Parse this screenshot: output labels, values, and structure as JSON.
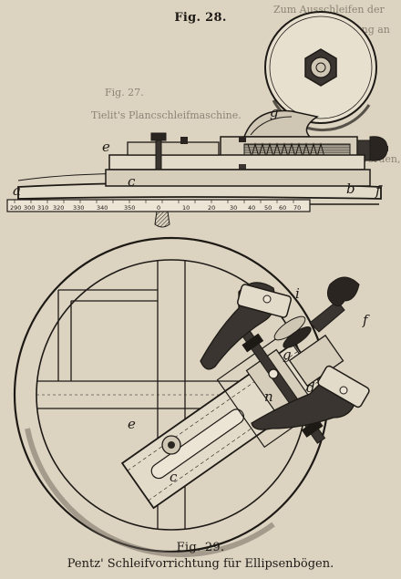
{
  "figures": {
    "fig28": {
      "title": "Fig. 28.",
      "labels": {
        "a": "a",
        "b": "b",
        "c": "c",
        "e": "e",
        "f": "f",
        "g": "g"
      }
    },
    "fig29": {
      "title": "Fig. 29.",
      "labels": {
        "c": "c",
        "d": "d",
        "e": "e",
        "f": "f",
        "g": "g",
        "i": "i",
        "n": "n"
      }
    }
  },
  "caption": "Pentz' Schleifvorrichtung für Ellipsenbögen.",
  "scale": {
    "ticks": [
      "290",
      "300",
      "310",
      "320",
      "330",
      "340",
      "350",
      "0",
      "10",
      "20",
      "30",
      "40",
      "50",
      "60",
      "70"
    ]
  },
  "bleed_through": [
    {
      "text": "Zum Ausschleifen der"
    },
    {
      "text": "vorrichtung an"
    },
    {
      "text": "Fig. 27."
    },
    {
      "text": "Tielit's Plancschleifmaschine."
    },
    {
      "text": "den werden,"
    }
  ],
  "colors": {
    "paper": "#ddd3c1",
    "ink": "#1d1a16",
    "shade": "#6b6359",
    "ghost": "#8c8476"
  }
}
